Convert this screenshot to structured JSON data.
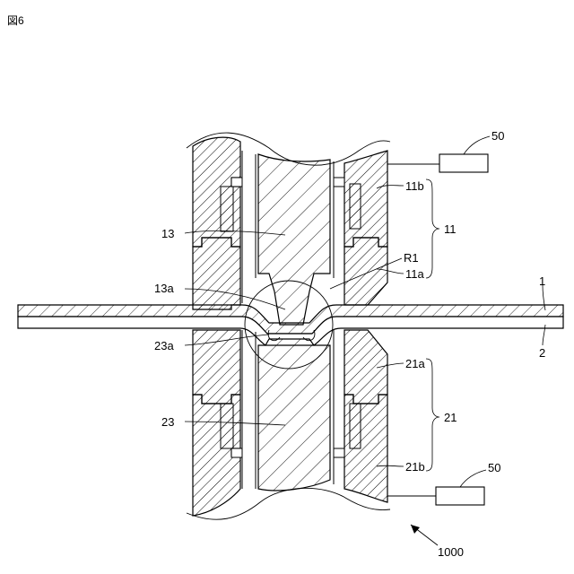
{
  "figure": {
    "title": "図6",
    "labels": {
      "upper_controller": "50",
      "lower_controller": "50",
      "upper_holder_outer": "11b",
      "upper_holder": "11",
      "upper_holder_inner": "11a",
      "upper_punch": "13",
      "region": "R1",
      "upper_punch_tip": "13a",
      "sheet_top": "1",
      "sheet_bottom": "2",
      "lower_punch_tip": "23a",
      "lower_holder_inner": "21a",
      "lower_holder": "21",
      "lower_punch": "23",
      "lower_holder_outer": "21b",
      "apparatus": "1000"
    }
  }
}
